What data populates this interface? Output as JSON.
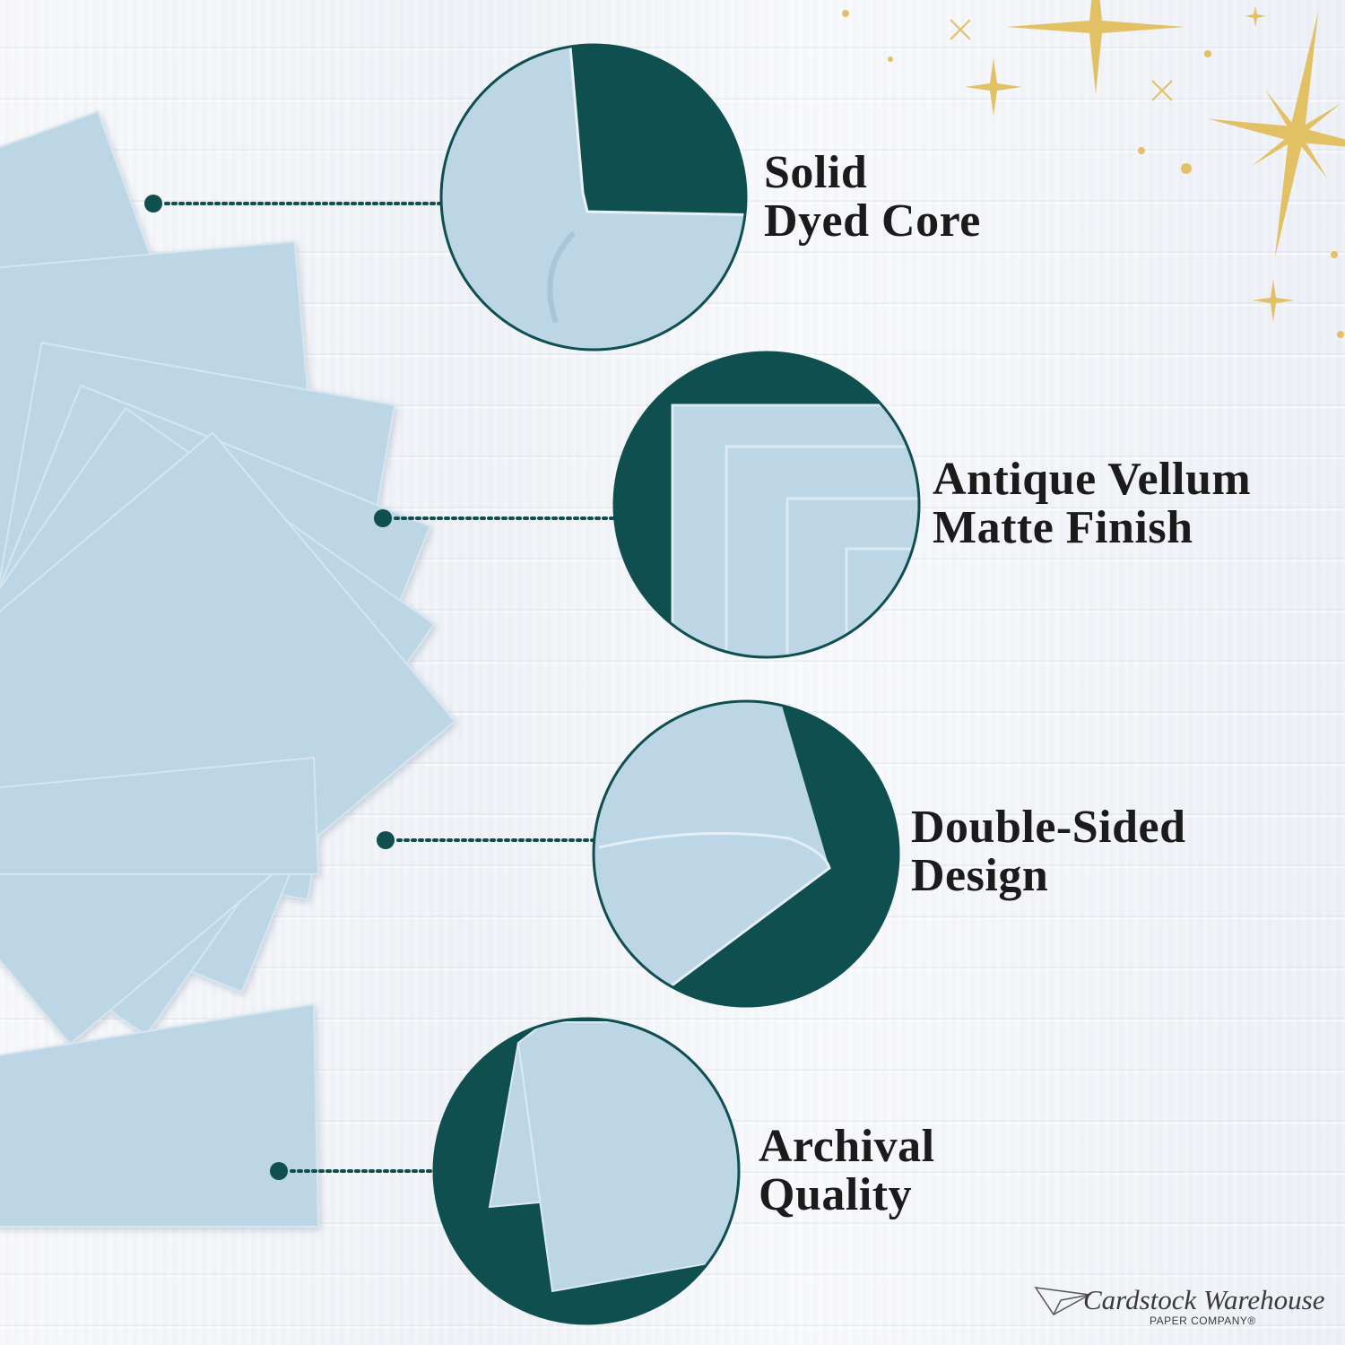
{
  "features": [
    {
      "line1": "Solid",
      "line2": "Dyed Core",
      "icon": "solid-dyed-core-icon"
    },
    {
      "line1": "Antique Vellum",
      "line2": "Matte Finish",
      "icon": "matte-finish-icon"
    },
    {
      "line1": "Double-Sided",
      "line2": "Design",
      "icon": "double-sided-icon"
    },
    {
      "line1": "Archival",
      "line2": "Quality",
      "icon": "archival-quality-icon"
    }
  ],
  "brand": {
    "name": "Cardstock Warehouse",
    "subtitle": "PAPER COMPANY®"
  },
  "colors": {
    "paper": "#bcd6e6",
    "teal": "#0f4f4f",
    "gold": "#e2c064"
  }
}
